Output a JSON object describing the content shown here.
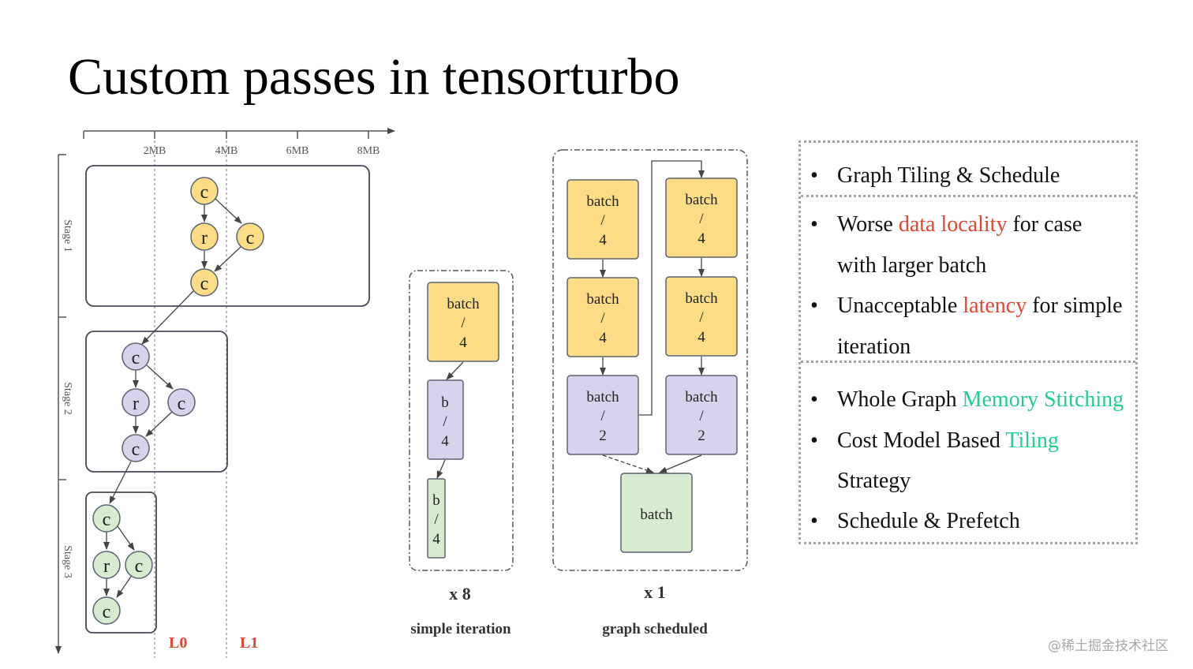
{
  "title": "Custom passes in tensorturbo",
  "axis": {
    "ticks": [
      "2MB",
      "4MB",
      "6MB",
      "8MB"
    ]
  },
  "stages": [
    "Stage 1",
    "Stage 2",
    "Stage 3"
  ],
  "cache_levels": [
    "L0",
    "L1"
  ],
  "node_labels": {
    "c": "c",
    "r": "r"
  },
  "simple_iteration": {
    "blocks": [
      {
        "line1": "batch",
        "line2": "/",
        "line3": "4"
      },
      {
        "line1": "b",
        "line2": "/",
        "line3": "4"
      },
      {
        "line1": "b",
        "line2": "/",
        "line3": "4"
      }
    ],
    "multiplier": "x 8",
    "caption": "simple iteration"
  },
  "graph_scheduled": {
    "blocks": [
      {
        "line1": "batch",
        "line2": "/",
        "line3": "4"
      },
      {
        "line1": "batch",
        "line2": "/",
        "line3": "4"
      },
      {
        "line1": "batch",
        "line2": "/",
        "line3": "4"
      },
      {
        "line1": "batch",
        "line2": "/",
        "line3": "4"
      },
      {
        "line1": "batch",
        "line2": "/",
        "line3": "2"
      },
      {
        "line1": "batch",
        "line2": "/",
        "line3": "2"
      },
      {
        "line1": "batch"
      }
    ],
    "multiplier": "x 1",
    "caption": "graph scheduled"
  },
  "bullets": {
    "b1": {
      "text": "Graph Tiling & Schedule"
    },
    "b2": {
      "pre": "Worse ",
      "hl": "data locality",
      "post": " for case"
    },
    "b2c": "with larger batch",
    "b3": {
      "pre": "Unacceptable ",
      "hl": "latency",
      "post": " for simple"
    },
    "b3c": "iteration",
    "b4": {
      "pre": "Whole Graph ",
      "hl": "Memory Stitching"
    },
    "b5": {
      "pre": "Cost Model Based ",
      "hl": "Tiling"
    },
    "b5c": "Strategy",
    "b6": {
      "text": "Schedule & Prefetch"
    },
    "bullet_char": "•"
  },
  "colors": {
    "yellow": "#fcdc85",
    "purple": "#d9d2ec",
    "green": "#d6ebcf",
    "highlight_red": "#e5452f",
    "highlight_green": "#1fcf8b",
    "level_label": "#e5452f"
  },
  "watermark": "@稀土掘金技术社区"
}
